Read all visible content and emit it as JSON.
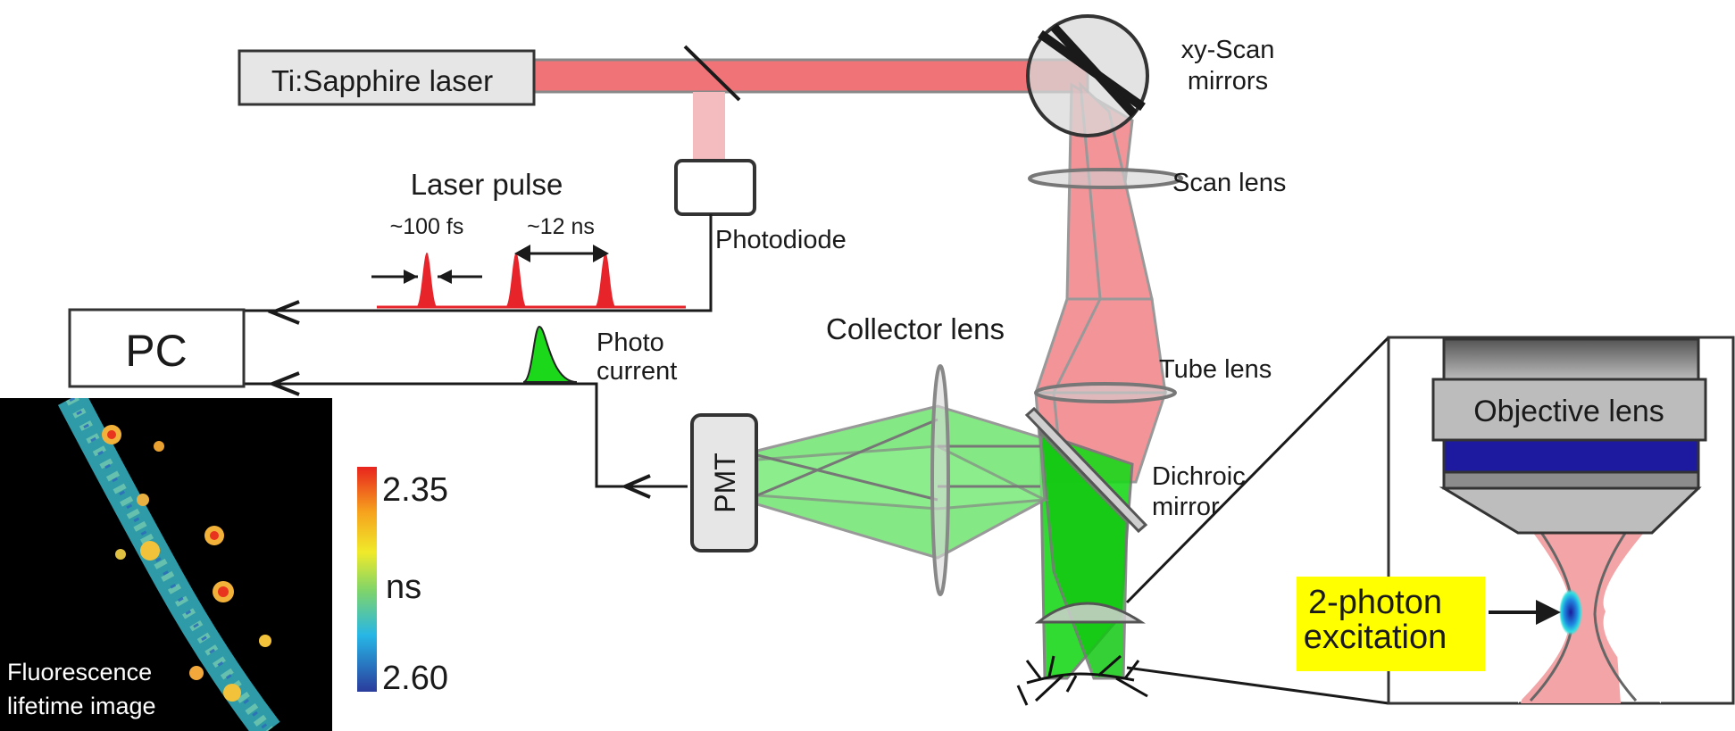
{
  "labels": {
    "laser": "Ti:Sapphire laser",
    "scan_mirrors_line1": "xy-Scan",
    "scan_mirrors_line2": "mirrors",
    "scan_lens": "Scan lens",
    "tube_lens": "Tube lens",
    "dichroic_line1": "Dichroic",
    "dichroic_line2": "mirror",
    "photodiode": "Photodiode",
    "laser_pulse": "Laser pulse",
    "pulse_width": "~100 fs",
    "pulse_period": "~12 ns",
    "pc": "PC",
    "photo_current_line1": "Photo",
    "photo_current_line2": "current",
    "collector_lens": "Collector lens",
    "pmt": "PMT",
    "objective_lens": "Objective lens",
    "excitation_line1": "2-photon",
    "excitation_line2": "excitation",
    "flim_line1": "Fluorescence",
    "flim_line2": "lifetime image",
    "colorbar_top": "2.35",
    "colorbar_unit": "ns",
    "colorbar_bottom": "2.60"
  },
  "colors": {
    "laser_beam": "#f07378",
    "laser_beam_pale": "#f5bcc0",
    "fluorescence_green": "#22dd22",
    "pulse_red": "#e8242b",
    "inset_objective_blue": "#1e1aa0",
    "excitation_highlight": "#ffff00"
  }
}
